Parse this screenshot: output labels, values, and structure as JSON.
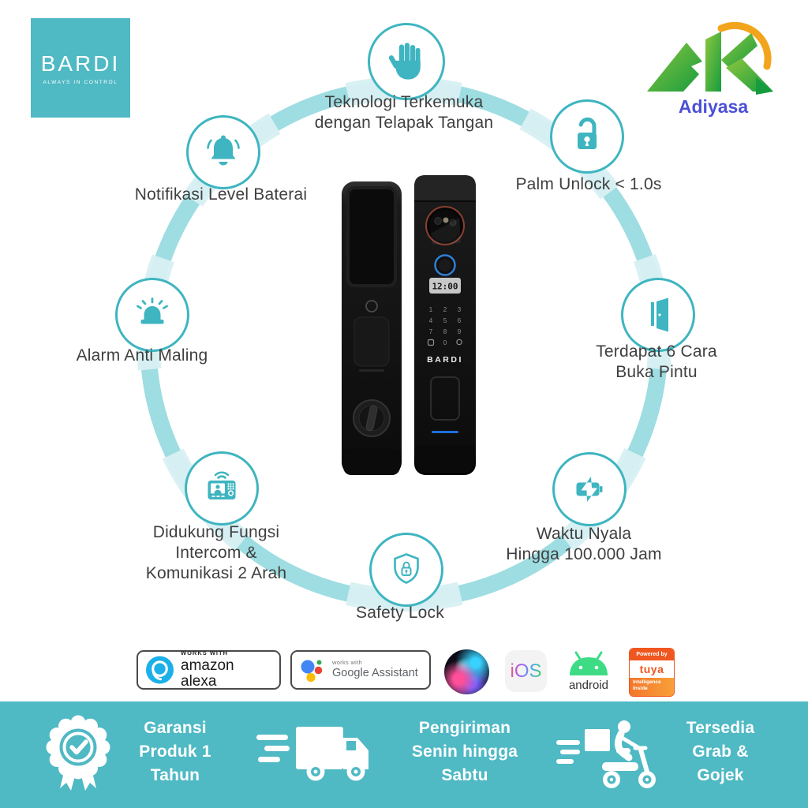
{
  "brand": {
    "logo_text": "BARDI",
    "logo_tagline": "ALWAYS IN CONTROL"
  },
  "distributor": {
    "label": "Adiyasa"
  },
  "features": [
    {
      "icon": "palm-hand-icon",
      "label": "Teknologi Terkemuka\ndengan Telapak Tangan"
    },
    {
      "icon": "bell-icon",
      "label": "Notifikasi Level Baterai"
    },
    {
      "icon": "unlocked-padlock-icon",
      "label": "Palm Unlock < 1.0s"
    },
    {
      "icon": "siren-icon",
      "label": "Alarm Anti Maling"
    },
    {
      "icon": "open-door-icon",
      "label": "Terdapat 6 Cara\nBuka Pintu"
    },
    {
      "icon": "intercom-icon",
      "label": "Didukung Fungsi\nIntercom &\nKomunikasi 2 Arah"
    },
    {
      "icon": "battery-charge-icon",
      "label": "Waktu Nyala\nHingga 100.000 Jam"
    },
    {
      "icon": "shield-lock-icon",
      "label": "Safety Lock"
    }
  ],
  "product": {
    "brand_label": "BARDI",
    "display_time": "12:00",
    "keypad": [
      "1",
      "2",
      "3",
      "4",
      "5",
      "6",
      "7",
      "8",
      "9",
      "0"
    ]
  },
  "compatibility": {
    "alexa": {
      "line1": "WORKS WITH",
      "line2": "amazon alexa"
    },
    "google": {
      "line1": "works with",
      "line2": "Google Assistant"
    },
    "ios": {
      "label": "iOS"
    },
    "android": {
      "label": "android"
    },
    "tuya": {
      "line1": "Powered by",
      "brand": "tuya",
      "line2": "Intelligence\nInside"
    }
  },
  "bottom_bar": {
    "items": [
      {
        "icon": "medal-check-icon",
        "text": "Garansi\nProduk 1\nTahun"
      },
      {
        "icon": "delivery-truck-icon",
        "text": "Pengiriman\nSenin hingga\nSabtu"
      },
      {
        "icon": "delivery-scooter-icon",
        "text": "Tersedia\nGrab &\nGojek"
      }
    ]
  },
  "colors": {
    "teal": "#4FB9C4",
    "ring": "#9EDDE1",
    "icon_teal": "#3EB5C0",
    "text_dark": "#3F3F3F",
    "adiyasa_blue": "#4B50D6",
    "tuya_orange": "#F0561F",
    "android_green": "#3DDC84",
    "alexa_blue": "#1CB0E8"
  }
}
